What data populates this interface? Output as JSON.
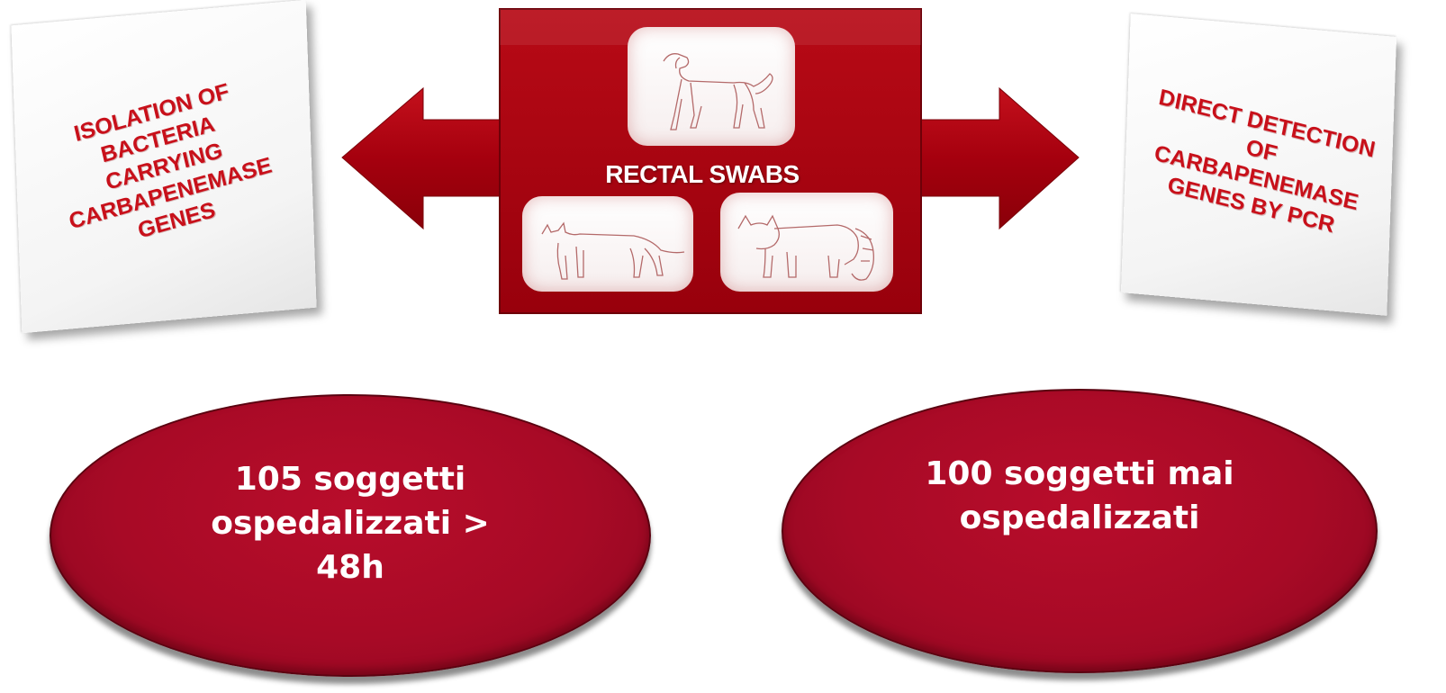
{
  "left_card": {
    "text": "ISOLATION OF\nBACTERIA\nCARRYING\nCARBAPENEMASE\nGENES"
  },
  "right_card": {
    "text": "DIRECT DETECTION\nOF\nCARBAPENEMASE\nGENES BY PCR"
  },
  "center": {
    "label": "RECTAL SWABS",
    "images": [
      "dog-sketch",
      "cat-sketch",
      "raccoon-sketch"
    ]
  },
  "left_ellipse": {
    "text": "105 soggetti\nospedalizzati >\n48h"
  },
  "right_ellipse": {
    "text": "100 soggetti mai\nospedalizzati"
  },
  "colors": {
    "card_text": "#c8101a",
    "arrow_red": "#a5000e",
    "ellipse_red": "#a80a26",
    "white": "#ffffff"
  }
}
